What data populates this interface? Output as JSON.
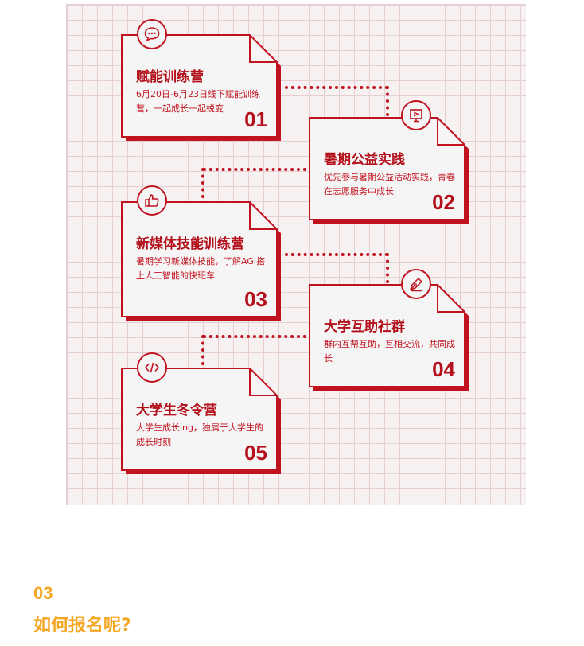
{
  "cards": [
    {
      "title": "赋能训练营",
      "desc": "6月20日-6月23日线下赋能训练营，一起成长一起蜕变",
      "num": "01",
      "icon": "chat-bubble-icon"
    },
    {
      "title": "暑期公益实践",
      "desc": "优先参与暑期公益活动实践，青春在志愿服务中成长",
      "num": "02",
      "icon": "presentation-board-icon"
    },
    {
      "title": "新媒体技能训练营",
      "desc": "暑期学习新媒体技能，了解AGI搭上人工智能的快班车",
      "num": "03",
      "icon": "thumbs-up-icon"
    },
    {
      "title": "大学互助社群",
      "desc": "群内互帮互助，互相交流，共同成长",
      "num": "04",
      "icon": "pen-nib-icon"
    },
    {
      "title": "大学生冬令营",
      "desc": "大学生成长ing，独属于大学生的成长时刻",
      "num": "05",
      "icon": "code-icon"
    }
  ],
  "section": {
    "number": "03",
    "title": "如何报名呢?"
  },
  "colors": {
    "accent": "#c1121f",
    "section_text": "#f5a623",
    "card_bg": "#f5f5f5",
    "grid": "#e6cfd3"
  }
}
